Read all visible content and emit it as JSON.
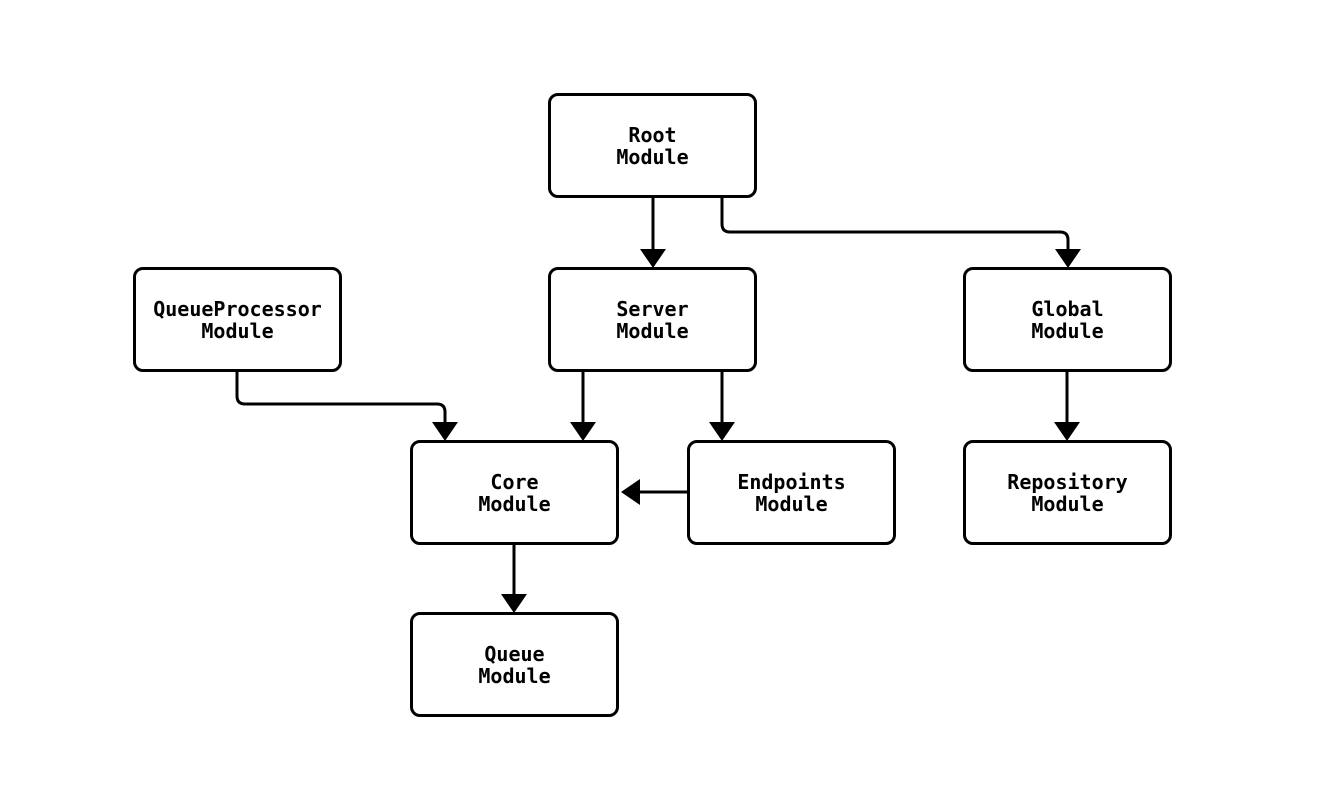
{
  "diagram": {
    "background_color": "#ffffff",
    "node_fill_color": "#ffffff",
    "line_color": "#000000",
    "text_color": "#000000",
    "nodes": {
      "root": {
        "line1": "Root",
        "line2": "Module"
      },
      "queueProcessor": {
        "line1": "QueueProcessor",
        "line2": "Module"
      },
      "server": {
        "line1": "Server",
        "line2": "Module"
      },
      "global": {
        "line1": "Global",
        "line2": "Module"
      },
      "core": {
        "line1": "Core",
        "line2": "Module"
      },
      "endpoints": {
        "line1": "Endpoints",
        "line2": "Module"
      },
      "repository": {
        "line1": "Repository",
        "line2": "Module"
      },
      "queue": {
        "line1": "Queue",
        "line2": "Module"
      }
    },
    "edges": [
      {
        "from": "Root Module",
        "to": "Server Module"
      },
      {
        "from": "Root Module",
        "to": "Global Module"
      },
      {
        "from": "QueueProcessor Module",
        "to": "Core Module"
      },
      {
        "from": "Server Module",
        "to": "Core Module"
      },
      {
        "from": "Server Module",
        "to": "Endpoints Module"
      },
      {
        "from": "Endpoints Module",
        "to": "Core Module"
      },
      {
        "from": "Global Module",
        "to": "Repository Module"
      },
      {
        "from": "Core Module",
        "to": "Queue Module"
      }
    ]
  }
}
